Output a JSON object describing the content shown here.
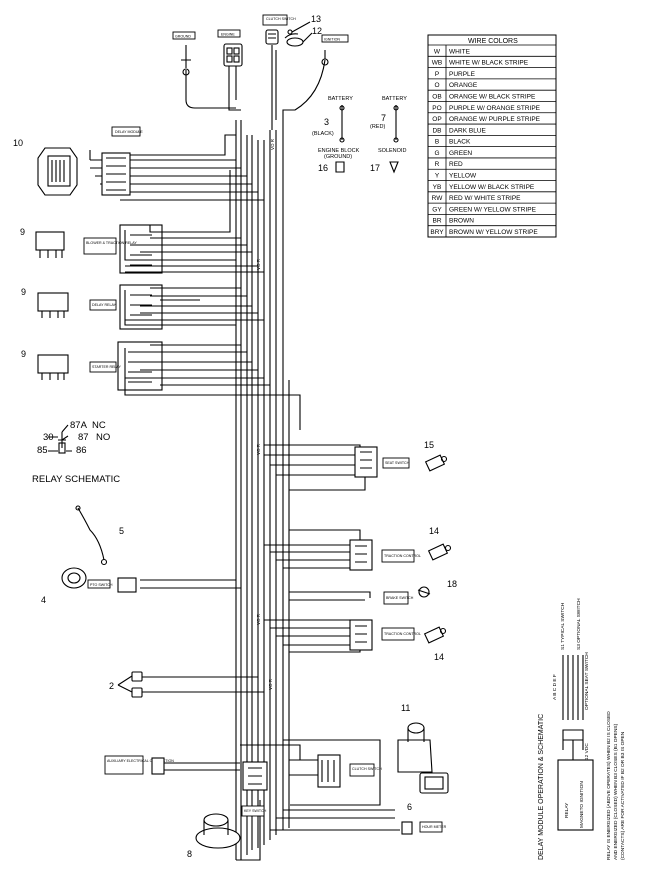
{
  "wire_colors": {
    "title": "WIRE COLORS",
    "rows": [
      {
        "code": "W",
        "name": "WHITE"
      },
      {
        "code": "WB",
        "name": "WHITE W/ BLACK STRIPE"
      },
      {
        "code": "P",
        "name": "PURPLE"
      },
      {
        "code": "O",
        "name": "ORANGE"
      },
      {
        "code": "OB",
        "name": "ORANGE W/ BLACK STRIPE"
      },
      {
        "code": "PO",
        "name": "PURPLE W/ ORANGE STRIPE"
      },
      {
        "code": "OP",
        "name": "ORANGE W/ PURPLE STRIPE"
      },
      {
        "code": "DB",
        "name": "DARK BLUE"
      },
      {
        "code": "B",
        "name": "BLACK"
      },
      {
        "code": "G",
        "name": "GREEN"
      },
      {
        "code": "R",
        "name": "RED"
      },
      {
        "code": "Y",
        "name": "YELLOW"
      },
      {
        "code": "YB",
        "name": "YELLOW W/ BLACK STRIPE"
      },
      {
        "code": "RW",
        "name": "RED W/ WHITE STRIPE"
      },
      {
        "code": "GY",
        "name": "GREEN W/ YELLOW STRIPE"
      },
      {
        "code": "BR",
        "name": "BROWN"
      },
      {
        "code": "BRY",
        "name": "BROWN W/ YELLOW STRIPE"
      }
    ]
  },
  "callouts": {
    "n2": "2",
    "n3": "3",
    "n4": "4",
    "n5": "5",
    "n6": "6",
    "n7": "7",
    "n8": "8",
    "n9a": "9",
    "n9b": "9",
    "n9c": "9",
    "n10": "10",
    "n11": "11",
    "n12": "12",
    "n13": "13",
    "n14a": "14",
    "n14b": "14",
    "n15": "15",
    "n16": "16",
    "n17": "17",
    "n18": "18"
  },
  "battery": {
    "left_label": "BATTERY",
    "left_wire": "(BLACK)",
    "ground_line1": "ENGINE BLOCK",
    "ground_line2": "(GROUND)",
    "right_label": "BATTERY",
    "right_wire": "(RED)",
    "solenoid": "SOLENOID"
  },
  "relay_schematic": {
    "pin_87a": "87A",
    "nc": "NC",
    "pin_87": "87",
    "no": "NO",
    "pin_30": "30",
    "pin_85": "85",
    "pin_86": "86",
    "title": "RELAY SCHEMATIC"
  },
  "component_tags": {
    "ground": "GROUND",
    "engine": "ENGINE",
    "clutch_switch": "CLUTCH SWITCH",
    "ignition": "IGNITION",
    "delay_module": "DELAY MODULE",
    "blower_relay": "BLOWER & TRACTION RELAY",
    "delay_relay": "DELAY RELAY",
    "starter_relay": "STARTER RELAY",
    "seat_switch": "SEAT SWITCH",
    "traction_control": "TRACTION CONTROL",
    "brake_switch": "BRAKE SWITCH",
    "traction_control2": "TRACTION CONTROL",
    "key_switch": "KEY SWITCH",
    "aux": "AUXILIARY ELECTRICAL CONNECTION",
    "clutch_switch2": "CLUTCH SWITCH",
    "hour_meter": "HOUR METER",
    "pto_switch": "PTO SWITCH"
  },
  "wire_labels": {
    "vo_r": "VO R"
  },
  "delay_module": {
    "title": "DELAY MODULE OPERATION & SCHEMATIC",
    "pins": "A B C D E F",
    "note1": "RELAY IS ENERGIZED (ABOVE OPERATES) WHEN B2 IS CLOSED",
    "note2": "AND ENERGIZED (CLOSED) WHEN B3 CLOSES (B1 OPENS)",
    "note3": "(CONTACTS) ARE FOR ACTIVATED IF B2 OR B3 IS OPEN",
    "lab_relay": "RELAY",
    "lab_magneto": "MAGNETO IGNITION",
    "lab_12vdc": "12 VDC",
    "lab_s1": "S1 TYPICAL SWITCH",
    "lab_s2": "OPTIONAL SEAT SWITCH",
    "lab_s3": "S3 OPTIONAL SWITCH"
  }
}
